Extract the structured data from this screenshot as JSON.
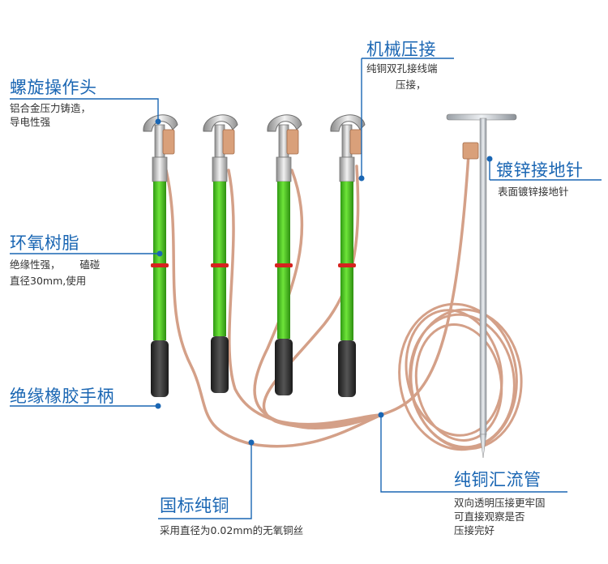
{
  "colors": {
    "accent": "#1a66b3",
    "epoxy_green": "#44c520",
    "copper": "#d4a088",
    "rubber": "#2b2b2b"
  },
  "labels": {
    "head": {
      "title": "螺旋操作头",
      "desc": [
        "铝合金压力铸造，",
        "导电性强"
      ]
    },
    "crimp": {
      "title": "机械压接",
      "desc": [
        "纯铜双孔接线端",
        "压接，"
      ]
    },
    "epoxy": {
      "title": "环氧树脂",
      "desc": [
        "绝缘性强，      磕碰",
        "直径30mm,使用"
      ]
    },
    "handle": {
      "title": "绝缘橡胶手柄"
    },
    "needle": {
      "title": "镀锌接地针",
      "desc": [
        "表面镀锌接地针"
      ]
    },
    "copper": {
      "title": "国标纯铜",
      "desc": [
        "采用直径为0.02mm的无氧铜丝"
      ]
    },
    "tube": {
      "title": "纯铜汇流管",
      "desc": [
        "双向透明压接更牢固",
        "可直接观察是否",
        "压接完好"
      ]
    }
  }
}
